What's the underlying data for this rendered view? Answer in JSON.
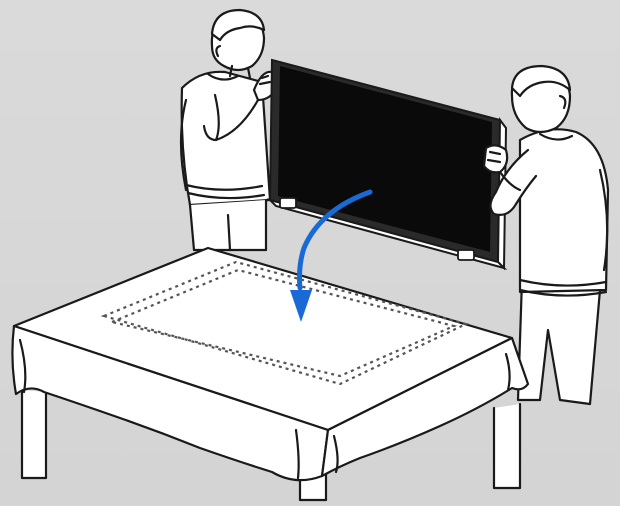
{
  "illustration": {
    "subject": "two-people-placing-display-face-down-on-covered-table",
    "colors": {
      "background": "#d8d8d8",
      "outline": "#1a1a1a",
      "figure_fill": "#ffffff",
      "display_fill": "#0a0a0a",
      "arrow": "#1a6ad6",
      "cloth_fill": "#ffffff",
      "dotted_outline": "#555555"
    },
    "icons": [
      "person-left",
      "person-right",
      "display-panel",
      "curved-arrow",
      "table-with-cloth",
      "dotted-placement-area"
    ]
  }
}
